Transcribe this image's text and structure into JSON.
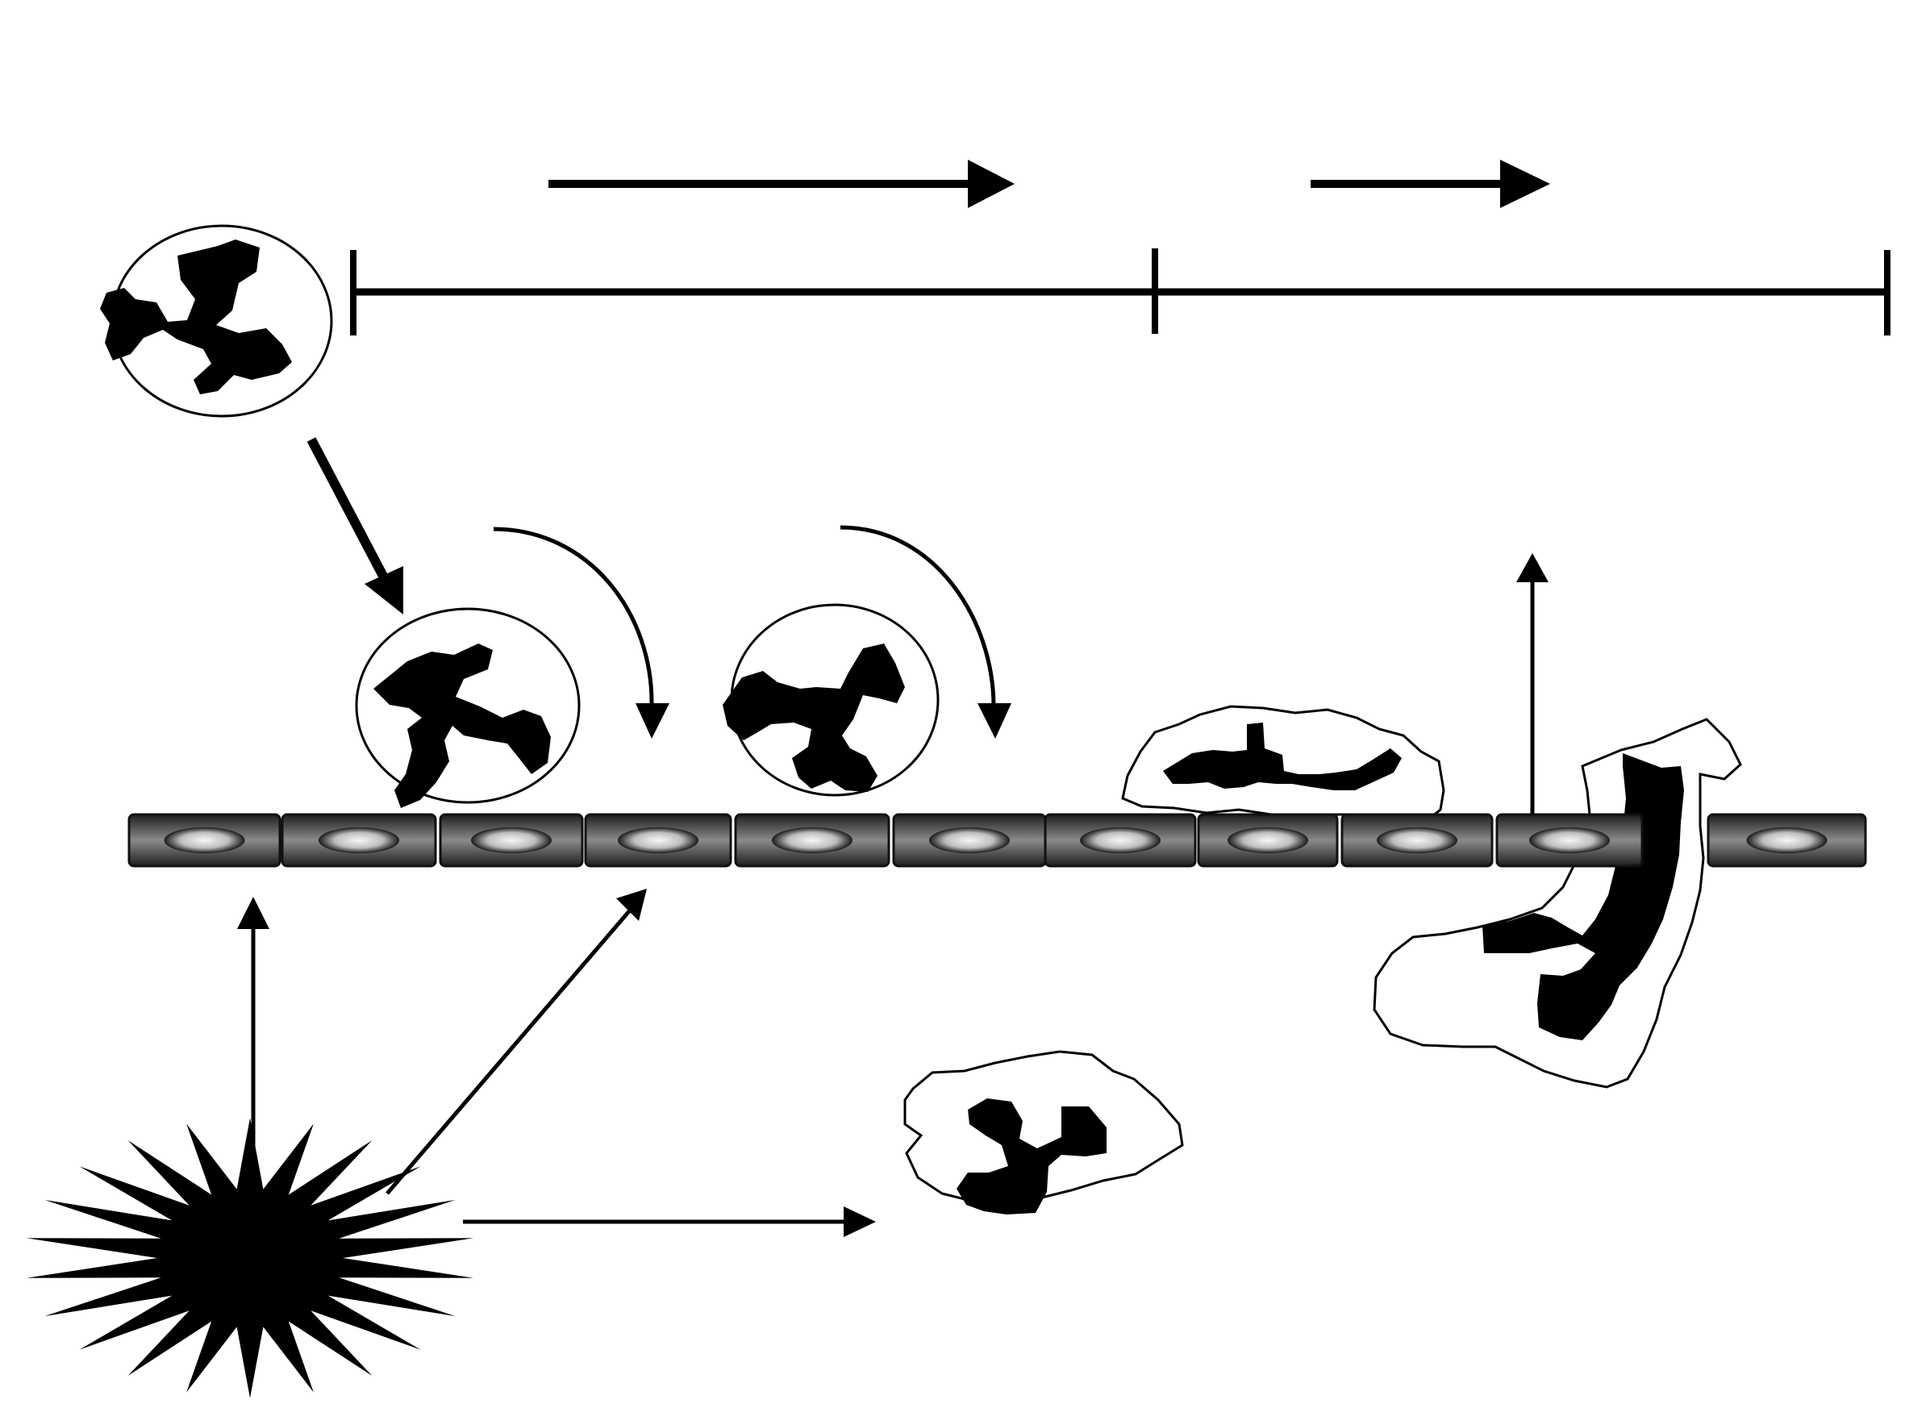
{
  "diagram": {
    "kind": "leukocyte-recruitment-cascade",
    "labels": [],
    "colors": {
      "background": "#ffffff",
      "ink": "#000000",
      "cell_fill": "#ffffff",
      "endothelium_edge": "#2a2a2a",
      "endothelium_mid": "#8a8a8a",
      "nucleus_glow": "#f4f4f4"
    },
    "elements": {
      "free_neutrophil": "circulating-leukocyte",
      "rolling_neutrophils": [
        "rolling-leukocyte-1",
        "rolling-leukocyte-2"
      ],
      "adherent_neutrophil": "adherent-leukocyte",
      "transmigrating_neutrophil": "transmigrating-leukocyte",
      "tissue_neutrophil": "tissue-leukocyte",
      "stimulus": "inflammatory-stimulus-starburst",
      "endothelial_cell_count": 11
    }
  }
}
